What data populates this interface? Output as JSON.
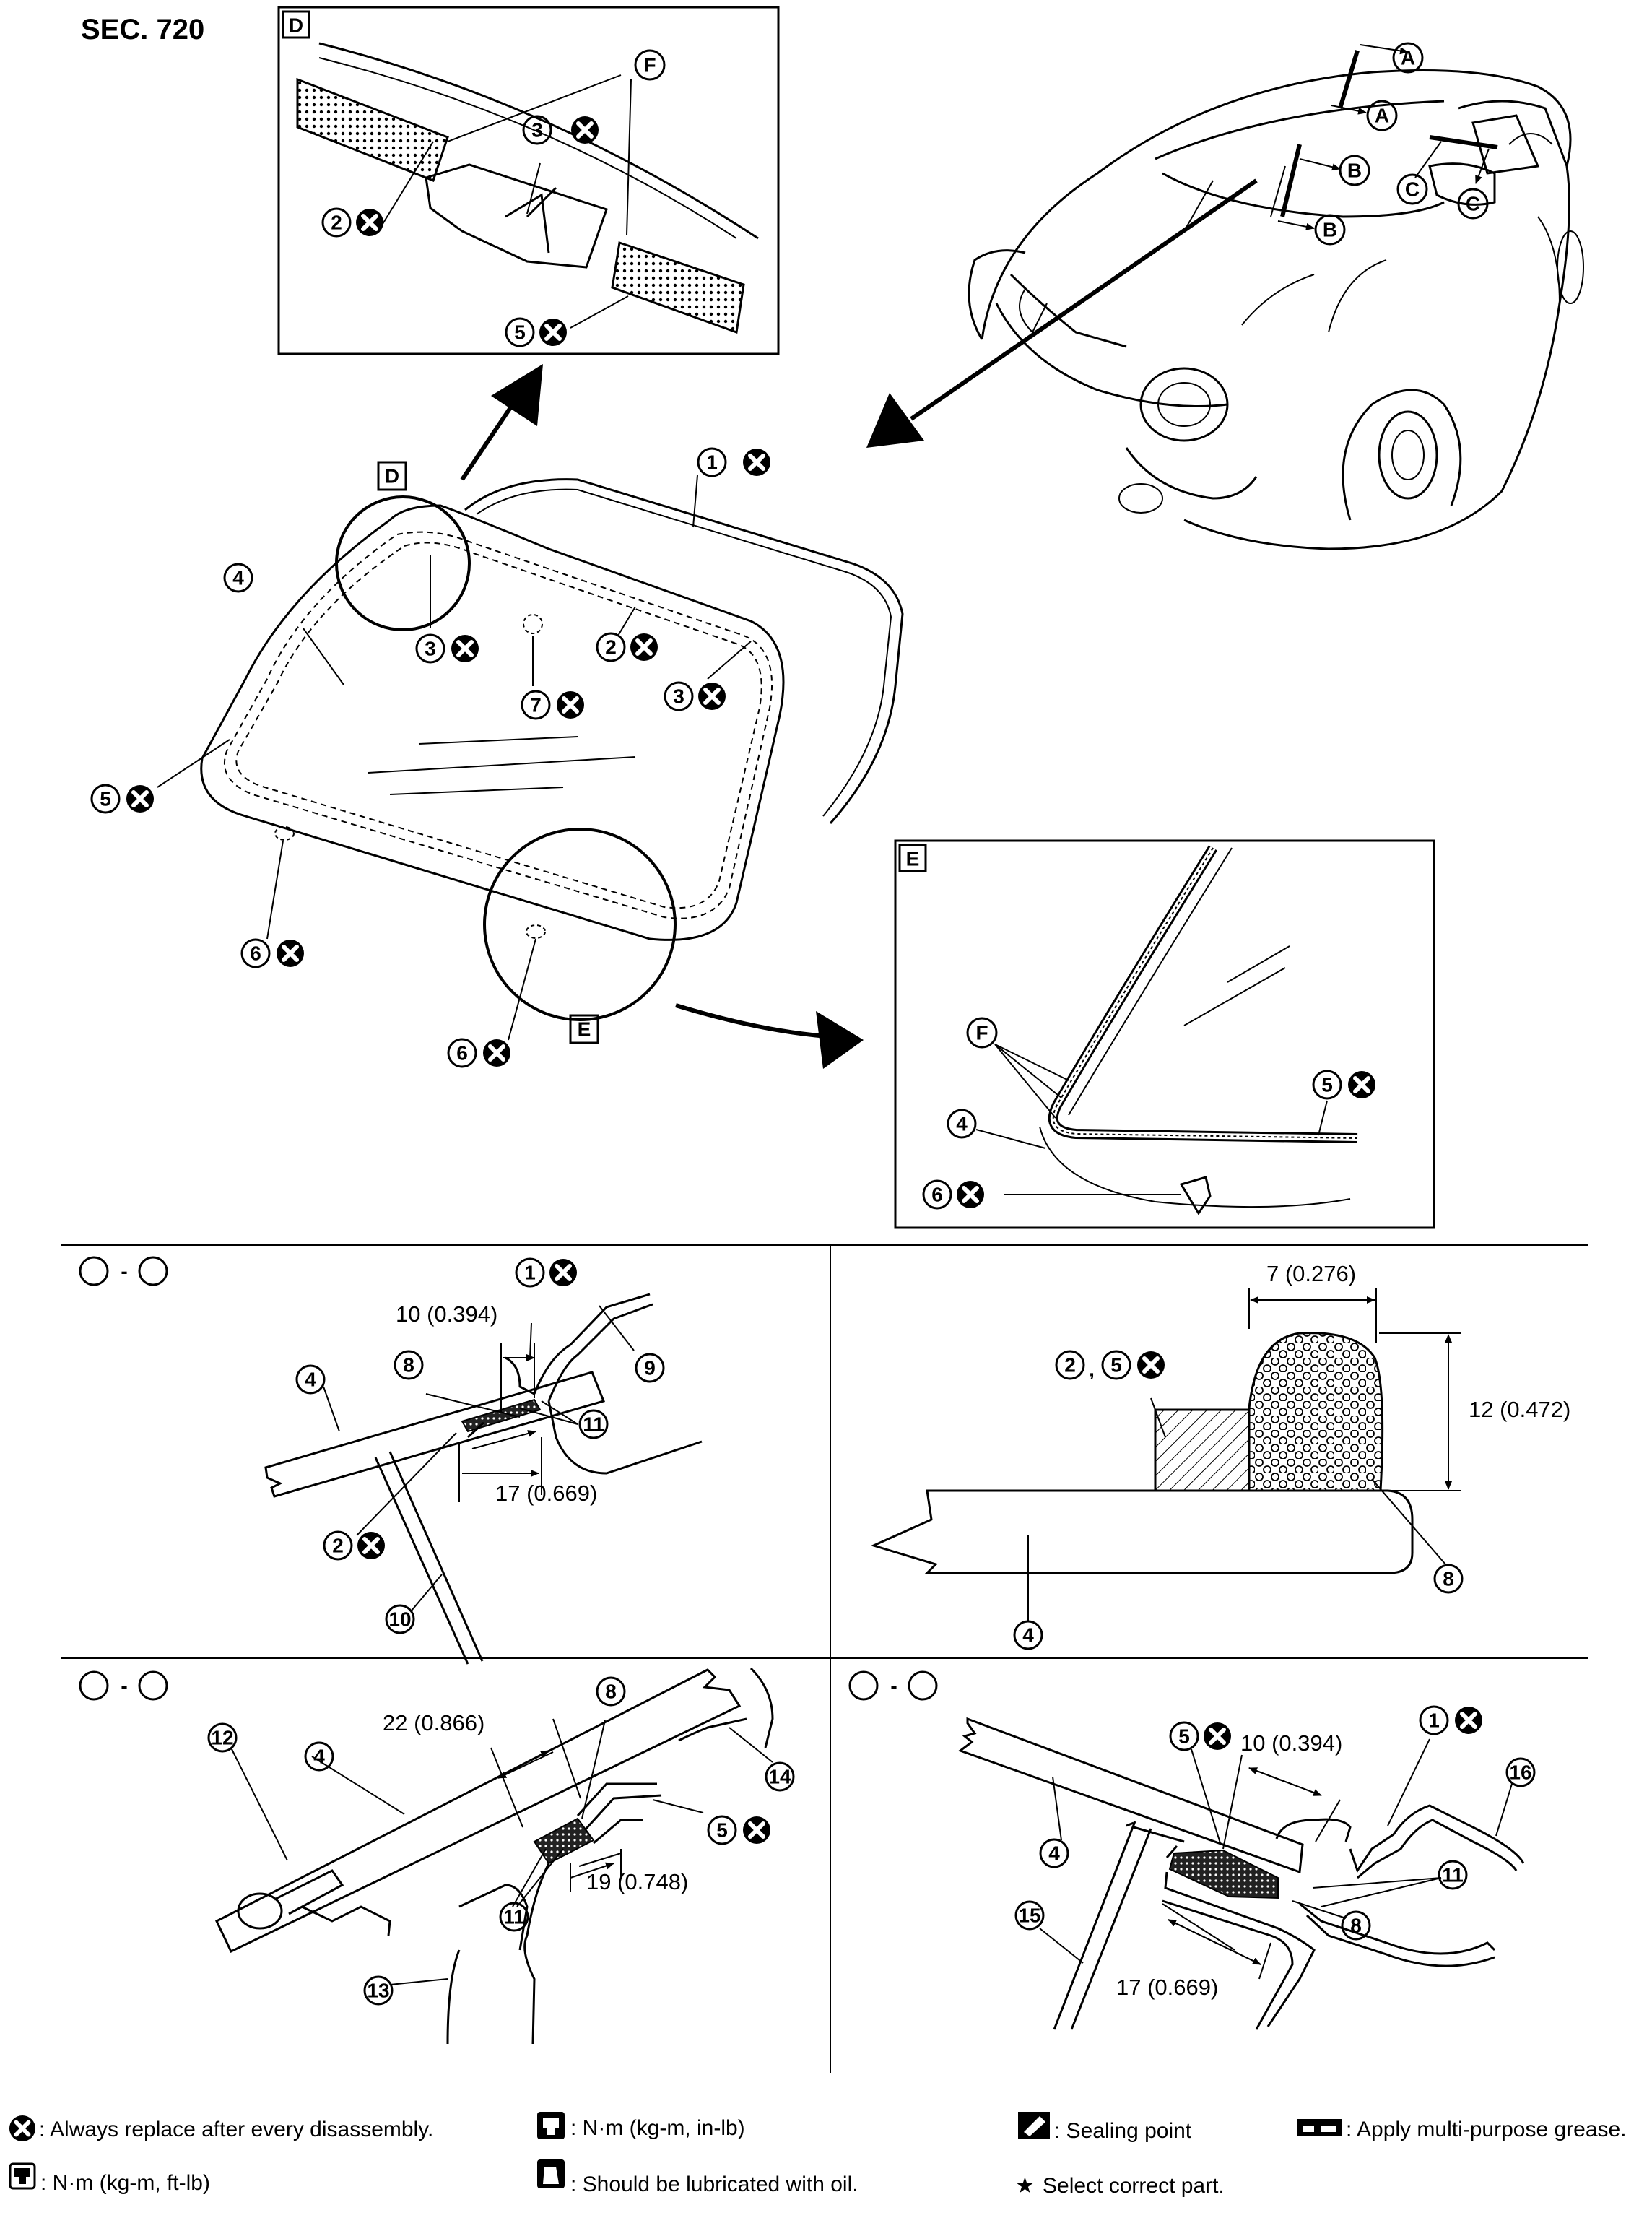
{
  "section_label": "SEC. 720",
  "views": {
    "D": "D",
    "E": "E",
    "F": "F",
    "A": "A",
    "B": "B",
    "C": "C",
    "dash": "-",
    "comma": ","
  },
  "parts": [
    "1",
    "2",
    "3",
    "4",
    "5",
    "6",
    "7",
    "8",
    "9",
    "10",
    "11",
    "12",
    "13",
    "14",
    "15",
    "16"
  ],
  "dimensions": {
    "aa_top": "10 (0.394)",
    "aa_bottom": "17 (0.669)",
    "detail_width": "7 (0.276)",
    "detail_height": "12 (0.472)",
    "bb_top": "22 (0.866)",
    "bb_bottom": "19 (0.748)",
    "cc_top": "10 (0.394)",
    "cc_bottom": "17 (0.669)"
  },
  "legend": {
    "replace": ": Always replace after every disassembly.",
    "torque_inlb": ": N·m (kg-m, in-lb)",
    "sealing": ": Sealing point",
    "grease": ": Apply multi-purpose grease.",
    "torque_ftlb": ": N·m (kg-m, ft-lb)",
    "oil": ": Should be lubricated with oil.",
    "select": "Select correct part."
  },
  "colors": {
    "ink": "#000000",
    "paper": "#ffffff"
  }
}
